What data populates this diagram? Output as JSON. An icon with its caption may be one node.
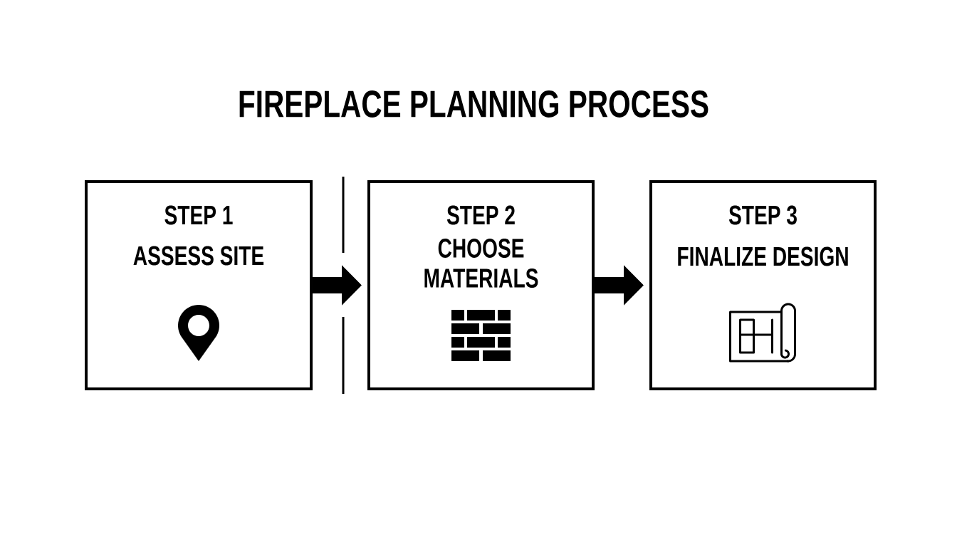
{
  "diagram": {
    "title": "FIREPLACE PLANNING PROCESS",
    "nodes": [
      {
        "text": [
          "STEP 1",
          "ASSESS SITE"
        ]
      },
      {
        "text": [
          "STEP 2",
          "CHOOSE MATERIALS"
        ]
      },
      {
        "text": [
          "STEP 3",
          "FINALIZE DESIGN"
        ]
      }
    ],
    "edges": [
      {
        "from": 0,
        "to": 1,
        "arrow": "to"
      },
      {
        "from": 1,
        "to": 2,
        "arrow": "to"
      }
    ]
  }
}
